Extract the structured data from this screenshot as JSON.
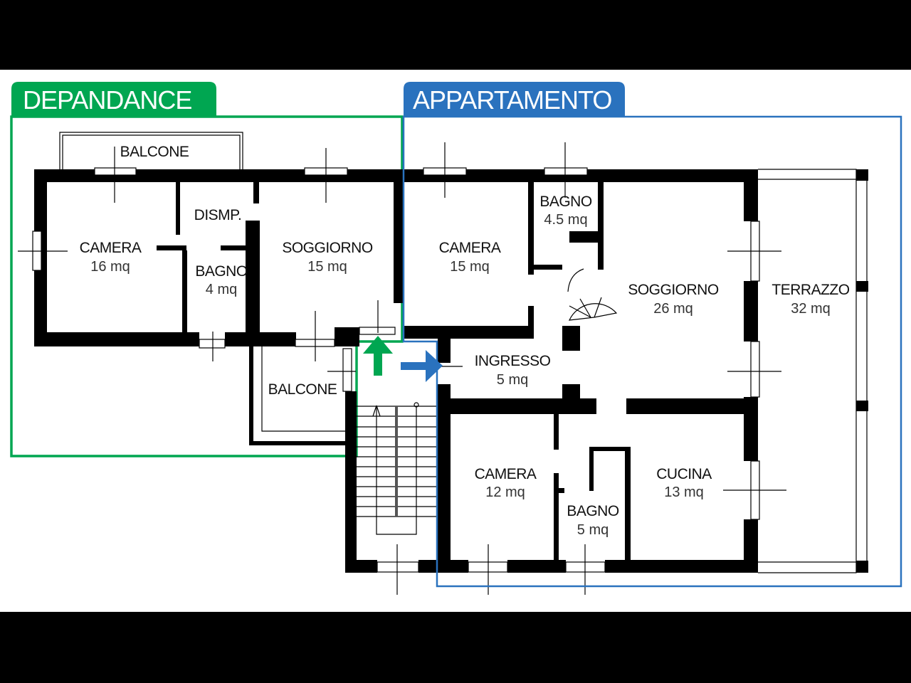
{
  "sections": {
    "dependance": {
      "title": "DEPANDANCE",
      "color": "#00A651"
    },
    "appartamento": {
      "title": "APPARTAMENTO",
      "color": "#2A72BE"
    }
  },
  "rooms": {
    "dep_balcone_top": {
      "name": "BALCONE"
    },
    "dep_camera": {
      "name": "CAMERA",
      "area": "16 mq"
    },
    "dep_disimpegno": {
      "name": "DISMP."
    },
    "dep_bagno": {
      "name": "BAGNO",
      "area": "4 mq"
    },
    "dep_soggiorno": {
      "name": "SOGGIORNO",
      "area": "15 mq"
    },
    "dep_balcone_bottom": {
      "name": "BALCONE"
    },
    "app_camera_1": {
      "name": "CAMERA",
      "area": "15 mq"
    },
    "app_bagno_1": {
      "name": "BAGNO",
      "area": "4.5 mq"
    },
    "app_soggiorno": {
      "name": "SOGGIORNO",
      "area": "26 mq"
    },
    "app_terrazzo": {
      "name": "TERRAZZO",
      "area": "32 mq"
    },
    "app_ingresso": {
      "name": "INGRESSO",
      "area": "5 mq"
    },
    "app_camera_2": {
      "name": "CAMERA",
      "area": "12 mq"
    },
    "app_bagno_2": {
      "name": "BAGNO",
      "area": "5 mq"
    },
    "app_cucina": {
      "name": "CUCINA",
      "area": "13 mq"
    }
  },
  "arrows": {
    "dependance_entry": {
      "direction": "up",
      "color": "#00A651"
    },
    "appartamento_entry": {
      "direction": "right",
      "color": "#2A72BE"
    }
  }
}
